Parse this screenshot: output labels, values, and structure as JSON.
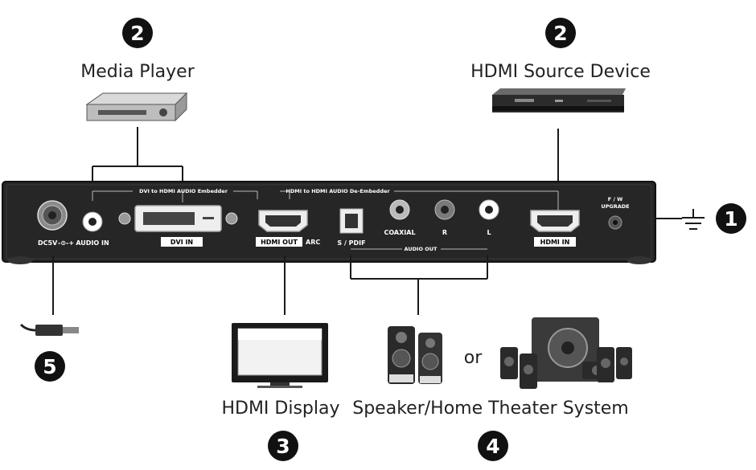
{
  "labels": {
    "media_player": "Media Player",
    "hdmi_source": "HDMI Source Device",
    "hdmi_display": "HDMI Display",
    "speaker": "Speaker/Home Theater System",
    "or": "or"
  },
  "badges": {
    "media_player": "2",
    "hdmi_source": "2",
    "ground": "1",
    "hdmi_display": "3",
    "speaker": "4",
    "power": "5"
  },
  "panel": {
    "dvi_embedder": "DVI to HDMI AUDIO Embedder",
    "hdmi_deembedder": "HDMI to HDMI AUDIO De-Embedder",
    "dc5v": "DC5V",
    "audio_in": "AUDIO IN",
    "dvi_in": "DVI IN",
    "hdmi_out": "HDMI OUT",
    "arc": "ARC",
    "spdif": "S / PDIF",
    "coaxial": "COAXIAL",
    "r": "R",
    "l": "L",
    "audio_out": "AUDIO OUT",
    "hdmi_in": "HDMI IN",
    "fw": "F / W",
    "upgrade": "UPGRADE"
  },
  "colors": {
    "panel": "#262626",
    "line": "#1a1a1a",
    "badge": "#111111"
  }
}
